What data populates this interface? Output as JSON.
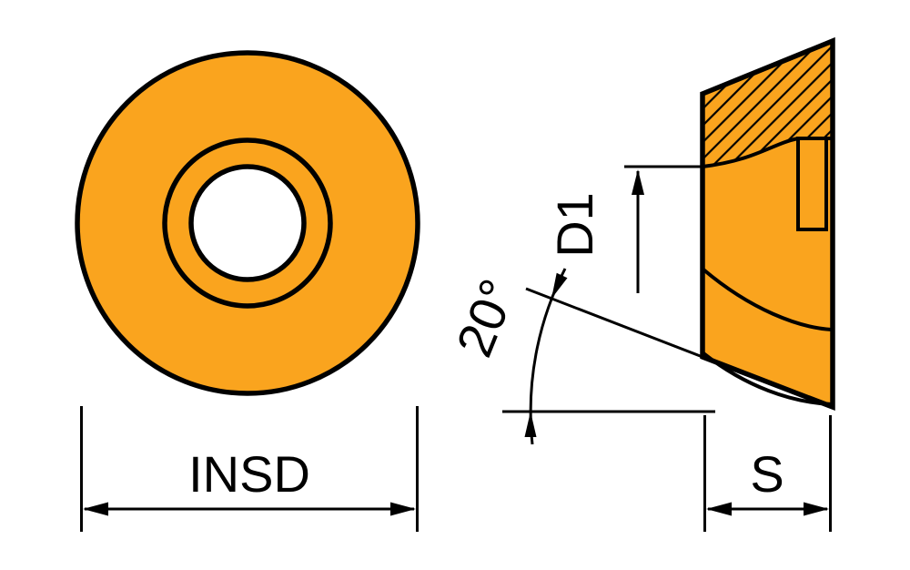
{
  "labels": {
    "front_diameter": "INSD",
    "bore_diameter": "D1",
    "taper_angle": "20°",
    "thickness": "S"
  },
  "colors": {
    "insert_fill": "#FAA41E",
    "line": "#000000",
    "background": "#FFFFFF",
    "hole_fill": "#FFFFFF"
  }
}
